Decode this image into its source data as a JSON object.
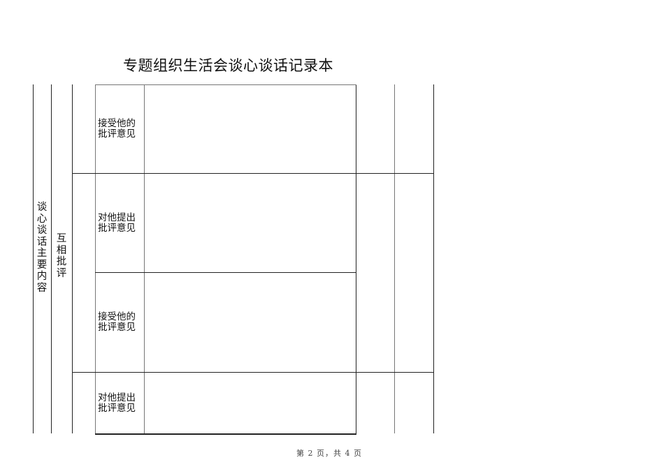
{
  "document": {
    "title": "专题组织生活会谈心谈话记录本",
    "section_label": "谈心谈话主要内容",
    "subsection_label": "互相批评",
    "rows": [
      {
        "label": "接受他的批评意见",
        "content": ""
      },
      {
        "label": "对他提出批评意见",
        "content": ""
      },
      {
        "label": "接受他的批评意见",
        "content": ""
      },
      {
        "label": "对他提出批评意见",
        "content": ""
      }
    ],
    "footer": "第 2 页，共 4 页"
  }
}
